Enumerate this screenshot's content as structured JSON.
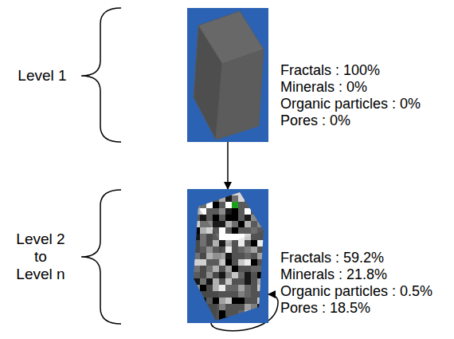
{
  "diagram": {
    "nodes": [
      {
        "text": [
          "Fractals : 100%",
          "Minerals : 0%",
          "Organic particles : 0%",
          "Pores : 0%"
        ]
      },
      {
        "text": [
          "Fractals : 59.2%",
          "Minerals : 21.8%",
          "Organic particles : 0.5%",
          "Pores : 18.5%"
        ]
      }
    ],
    "edges": [
      {
        "from": 0,
        "to": 1,
        "arrow": "to"
      },
      {
        "from": 1,
        "to": 1,
        "arrow": "to"
      }
    ],
    "labels": [
      "Level 1",
      "Level 2 to Level n"
    ]
  }
}
